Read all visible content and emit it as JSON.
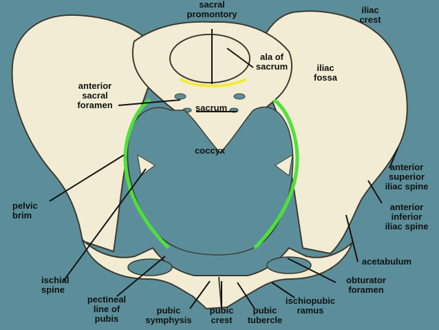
{
  "colors": {
    "background": "#5b8e9a",
    "bone": "#f1ecd3",
    "bone_shadow": "#cfc7a5",
    "outline": "#3c3a30",
    "pelvic_brim": "#4fe03a",
    "sacral_promontory_line": "#f2ea3a"
  },
  "labels": {
    "sacral_promontory": "sacral\npromontory",
    "iliac_crest": "iliac\ncrest",
    "ala_of_sacrum": "ala of\nsacrum",
    "iliac_fossa": "iliac\nfossa",
    "anterior_sacral_foramen": "anterior\nsacral\nforamen",
    "sacrum": "sacrum",
    "coccyx": "coccyx",
    "anterior_superior_iliac_spine": "anterior\nsuperior\niliac spine",
    "pelvic_brim": "pelvic\nbrim",
    "anterior_inferior_iliac_spine": "anterior\ninferior\niliac spine",
    "acetabulum": "acetabulum",
    "ischial_spine": "ischial\nspine",
    "obturator_foramen": "obturator\nforamen",
    "pectineal_line_of_pubis": "pectineal\nline of\npubis",
    "ischiopubic_ramus": "ischiopubic\nramus",
    "pubic_symphysis": "pubic\nsymphysis",
    "pubic_crest": "pubic\ncrest",
    "pubic_tubercle": "pubic\ntubercle"
  }
}
